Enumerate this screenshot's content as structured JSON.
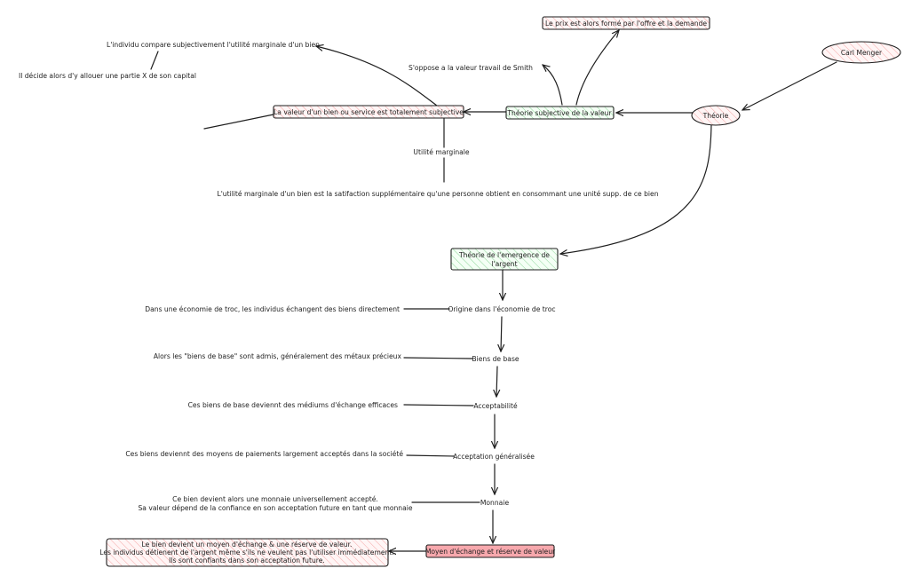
{
  "nodes": {
    "carl_menger": "Carl Menger",
    "theorie": "Théorie",
    "theorie_subjective": "Théorie subjective de la valeur",
    "prix": "Le prix est alors formé par l'offre et la demande",
    "oppose": "S'oppose a la valeur travail de Smith",
    "valeur_bien": "La valeur d'un bien ou service est totalement subjective",
    "individu_compare": "L'individu compare subjectivement l'utilité marginale d'un bien",
    "decide": "Il décide alors d'y allouer une partie X de son capital",
    "utilite_marginale": "Utilité marginale",
    "utilite_def": "L'utilité marginale d'un bien est la satifaction supplémentaire qu'une personne obtient en consommant une unité supp. de ce bien",
    "emergence_line1": "Théorie de l'emergence de",
    "emergence_line2": "l'argent",
    "origine": "Origine dans l'économie de troc",
    "troc_desc": "Dans une économie de troc, les individus échangent des biens directement",
    "biens_base": "Biens de base",
    "biens_base_desc": "Alors les \"biens de base\" sont admis, généralement des métaux précieux",
    "acceptabilite": "Acceptabilité",
    "acceptabilite_desc": "Ces biens de base deviennt des médiums d'échange efficaces",
    "acceptation": "Acceptation généralisée",
    "acceptation_desc": "Ces biens deviennt des moyens de paiements largement acceptés dans la société",
    "monnaie": "Monnaie",
    "monnaie_desc_line1": "Ce bien devient alors une monnaie universellement accepté.",
    "monnaie_desc_line2": "Sa valeur dépend de la confiance en son acceptation future en tant que monnaie",
    "moyen": "Moyen d'échange et réserve de valeur",
    "final_line1": "Le bien devient un moyen d'échange & une réserve de valeur.",
    "final_line2": "Les individus détienent de l'argent même s'ils ne veulent pas l'utiliser immédiatement.",
    "final_line3": "Ils sont confiants dans son acceptation future."
  },
  "colors": {
    "stroke": "#1e1e1e",
    "pink_fill": "#ffc9c9",
    "pink_fill_strong": "#f7a8ad",
    "green_fill": "#b2f2bb",
    "white": "#ffffff"
  }
}
